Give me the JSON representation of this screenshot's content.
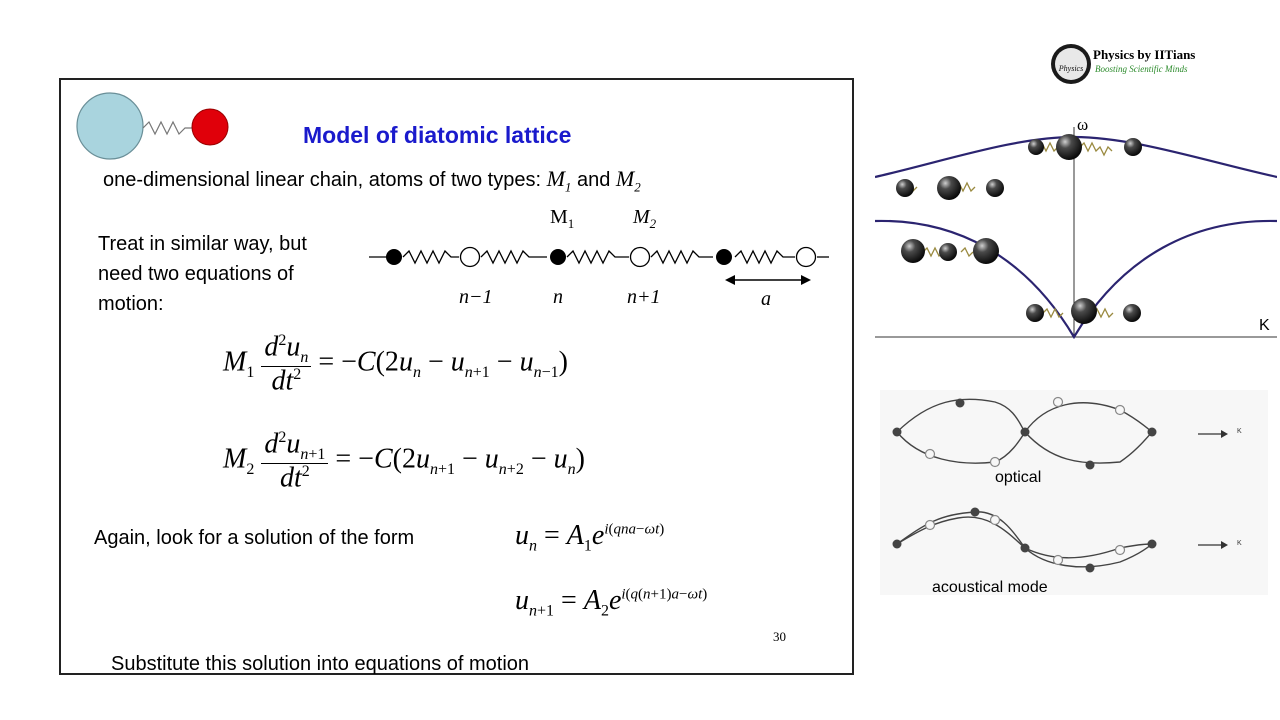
{
  "logo": {
    "seal_text": "Physics",
    "title": "Physics by IITians",
    "tagline": "Boosting Scientific Minds"
  },
  "slide": {
    "title": "Model of diatomic lattice",
    "intro_text": "one-dimensional linear chain, atoms of two types:",
    "intro_m1": "M",
    "intro_m1_sub": "1",
    "intro_and": "and",
    "intro_m2": "M",
    "intro_m2_sub": "2",
    "treat_line1": "Treat in similar way, but",
    "treat_line2": "need two equations of",
    "treat_line3": "motion:",
    "chain": {
      "label_m1": "M",
      "label_m1_sub": "1",
      "label_m2": "M",
      "label_m2_sub": "2",
      "label_n_minus": "n−1",
      "label_n": "n",
      "label_n_plus": "n+1",
      "label_a": "a"
    },
    "again_text": "Again, look for a solution of the form",
    "substitute_text": "Substitute this solution into equations of motion",
    "page_number": "30"
  },
  "dispersion": {
    "omega_label": "ω",
    "k_label": "K"
  },
  "modes": {
    "optical_label": "optical",
    "acoustical_label": "acoustical mode",
    "arrow_k1": "K",
    "arrow_k2": "K"
  },
  "colors": {
    "title_blue": "#1a1acc",
    "curve_navy": "#2b2470",
    "big_atom": "#a9d4de",
    "small_atom": "#e0000a"
  }
}
